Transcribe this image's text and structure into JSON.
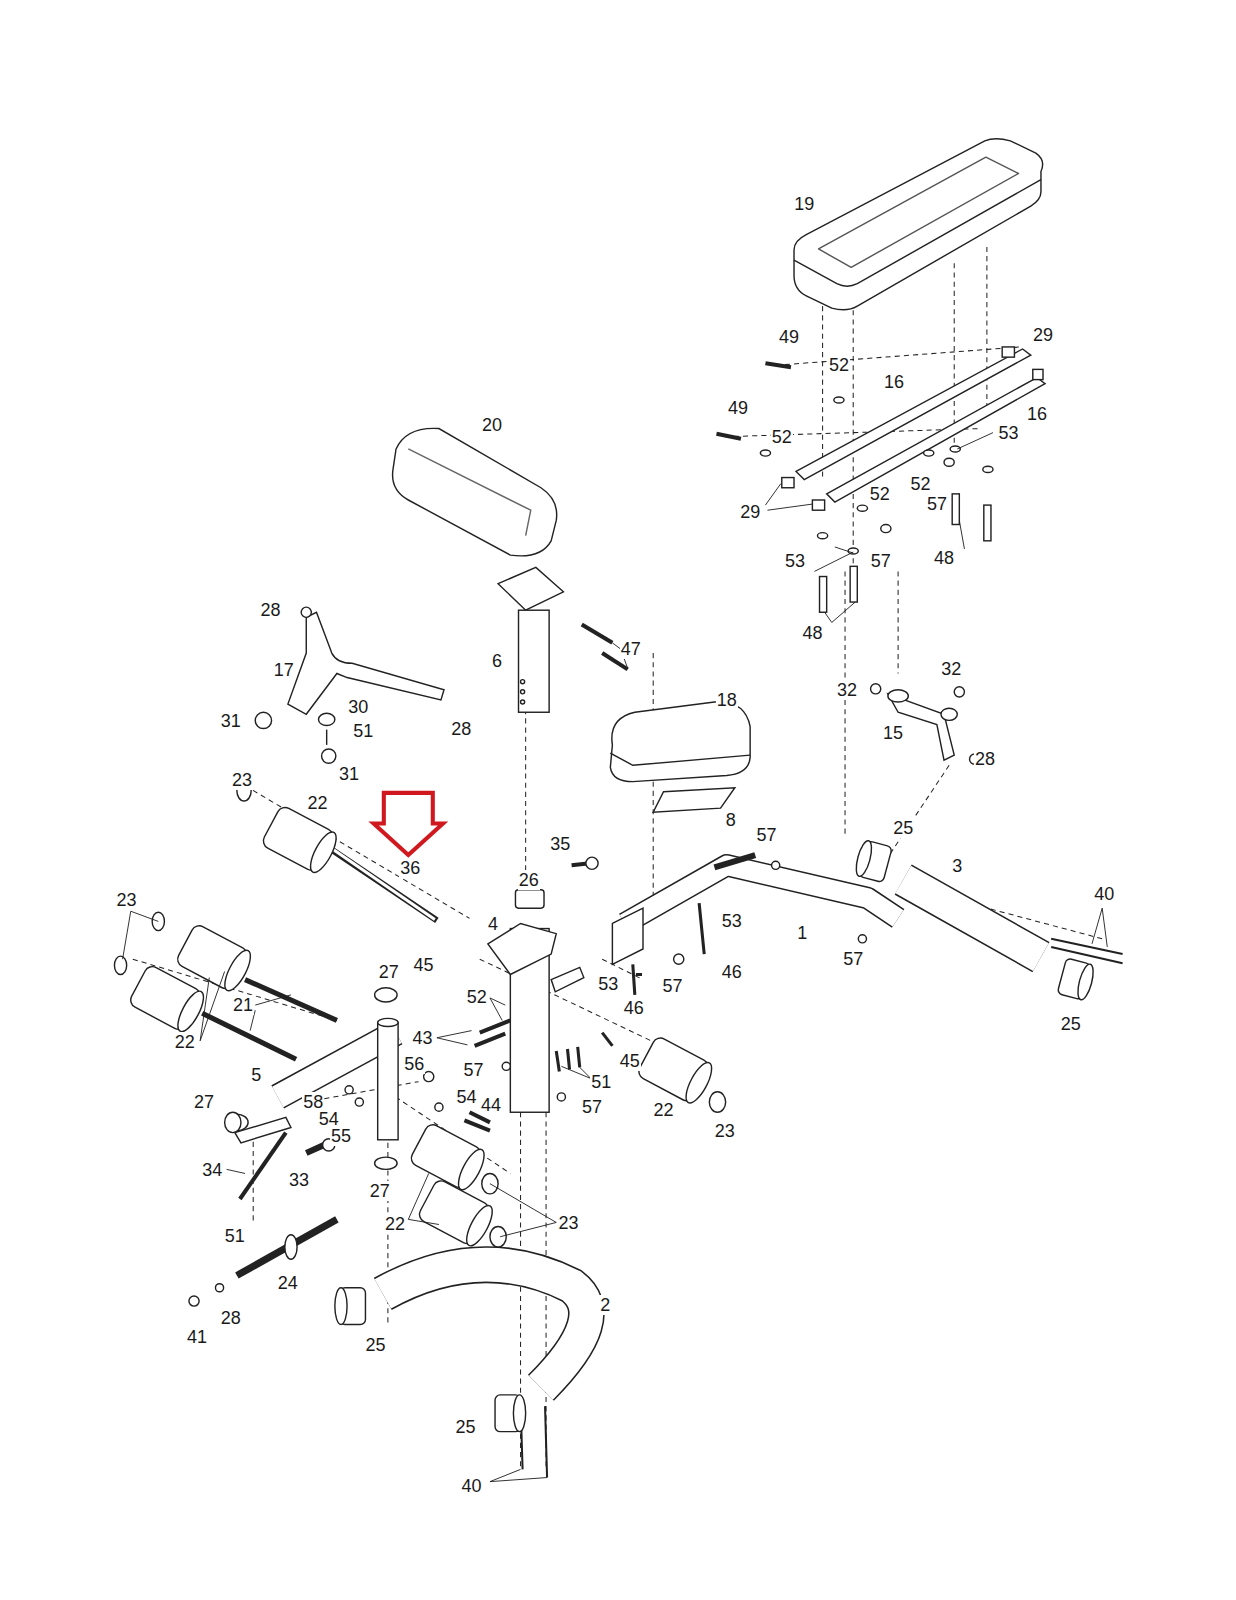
{
  "diagram": {
    "labels": [
      "19",
      "49",
      "29",
      "52",
      "16",
      "49",
      "52",
      "53",
      "16",
      "52",
      "57",
      "52",
      "29",
      "57",
      "53",
      "48",
      "48",
      "20",
      "28",
      "6",
      "47",
      "17",
      "18",
      "32",
      "32",
      "30",
      "31",
      "51",
      "28",
      "15",
      "28",
      "31",
      "23",
      "22",
      "36",
      "8",
      "25",
      "35",
      "57",
      "3",
      "40",
      "23",
      "26",
      "4",
      "1",
      "53",
      "45",
      "57",
      "27",
      "57",
      "46",
      "53",
      "46",
      "21",
      "52",
      "25",
      "43",
      "22",
      "45",
      "51",
      "57",
      "56",
      "27",
      "5",
      "58",
      "54",
      "54",
      "57",
      "44",
      "22",
      "55",
      "23",
      "34",
      "33",
      "27",
      "23",
      "22",
      "51",
      "24",
      "2",
      "28",
      "41",
      "25",
      "25",
      "40"
    ]
  }
}
